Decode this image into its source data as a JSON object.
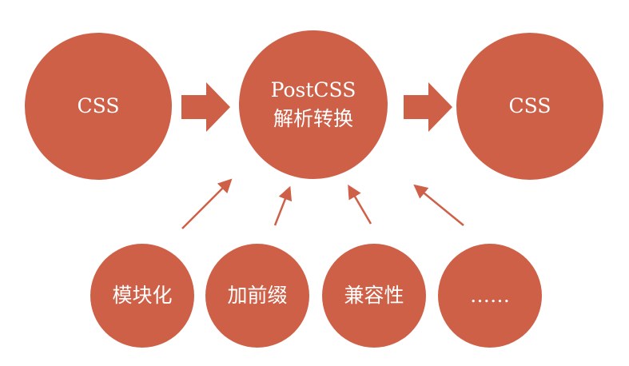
{
  "diagram": {
    "fill_color": "#cf6048",
    "text_color": "#ffffff",
    "arrow_color": "#cf6048",
    "top_row": {
      "input": {
        "label": "CSS"
      },
      "processor": {
        "line1": "PostCSS",
        "line2": "解析转换"
      },
      "output": {
        "label": "CSS"
      }
    },
    "plugins": [
      {
        "label": "模块化"
      },
      {
        "label": "加前缀"
      },
      {
        "label": "兼容性"
      },
      {
        "label": "……"
      }
    ]
  }
}
